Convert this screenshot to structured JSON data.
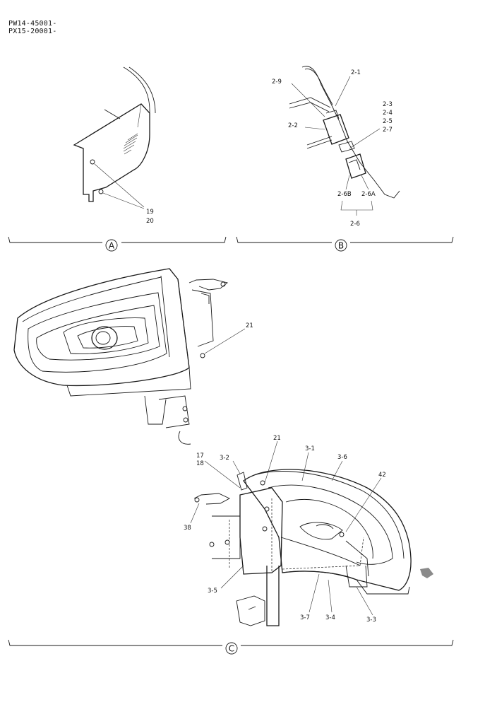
{
  "header": {
    "line1": "PW14-45001-",
    "line2": "PX15-20001-"
  },
  "sections": {
    "a": "A",
    "b": "B",
    "c": "C"
  },
  "labels": {
    "a": {
      "l19": "19",
      "l20": "20"
    },
    "b": {
      "l2_1": "2-1",
      "l2_9": "2-9",
      "l2_2": "2-2",
      "l2_3": "2-3",
      "l2_4": "2-4",
      "l2_5": "2-5",
      "l2_7": "2-7",
      "l2_6b": "2-6B",
      "l2_6a": "2-6A",
      "l2_6": "2-6"
    },
    "lamp": {
      "l21": "21"
    },
    "c": {
      "l21": "21",
      "l3_1": "3-1",
      "l3_6": "3-6",
      "l17": "17",
      "l18": "18",
      "l3_2": "3-2",
      "l42": "42",
      "l38": "38",
      "l3_5": "3-5",
      "l3_7": "3-7",
      "l3_4": "3-4",
      "l3_3": "3-3"
    }
  }
}
